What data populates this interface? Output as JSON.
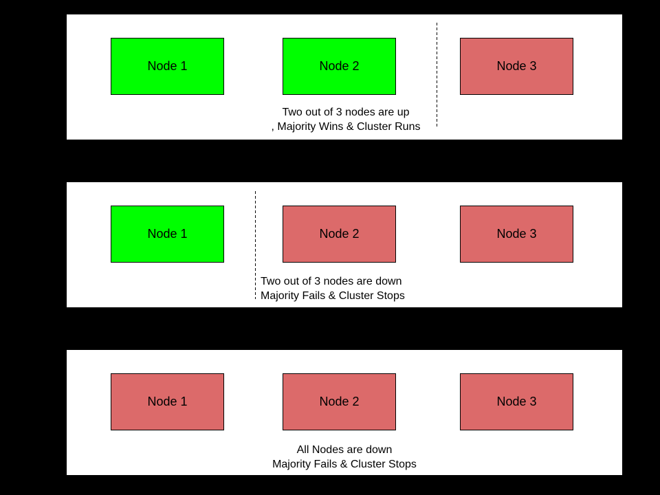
{
  "diagram": {
    "background_color": "#000000",
    "panel_background": "#ffffff",
    "node_border_color": "#000000",
    "status_colors": {
      "up": "#00ff00",
      "down": "#dc6a6a"
    },
    "panels": [
      {
        "id": "two-nodes-up",
        "nodes": [
          {
            "label": "Node 1",
            "status": "up",
            "color": "#00ff00"
          },
          {
            "label": "Node 2",
            "status": "up",
            "color": "#00ff00"
          },
          {
            "label": "Node 3",
            "status": "down",
            "color": "#dc6a6a"
          }
        ],
        "caption_lines": [
          "Two out of 3 nodes are up",
          ", Majority Wins & Cluster Runs"
        ]
      },
      {
        "id": "two-nodes-down",
        "nodes": [
          {
            "label": "Node 1",
            "status": "up",
            "color": "#00ff00"
          },
          {
            "label": "Node 2",
            "status": "down",
            "color": "#dc6a6a"
          },
          {
            "label": "Node 3",
            "status": "down",
            "color": "#dc6a6a"
          }
        ],
        "caption_lines": [
          "Two out of 3 nodes are down",
          "Majority Fails & Cluster Stops"
        ]
      },
      {
        "id": "all-nodes-down",
        "nodes": [
          {
            "label": "Node 1",
            "status": "down",
            "color": "#dc6a6a"
          },
          {
            "label": "Node 2",
            "status": "down",
            "color": "#dc6a6a"
          },
          {
            "label": "Node 3",
            "status": "down",
            "color": "#dc6a6a"
          }
        ],
        "caption_lines": [
          "All Nodes are down",
          "Majority Fails & Cluster Stops"
        ]
      }
    ]
  }
}
